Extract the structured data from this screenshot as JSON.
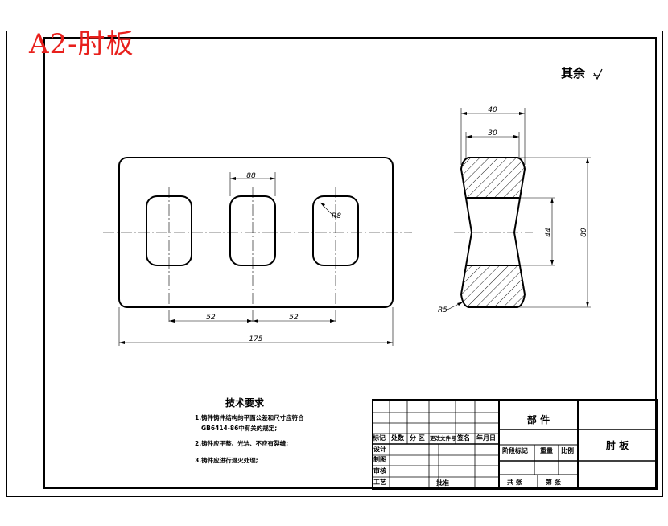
{
  "drawing_title": "A2-肘板",
  "roughness_note": "其余",
  "dimensions": {
    "front_slot_width": "88",
    "front_slot_radius": "R8",
    "front_pitch_left": "52",
    "front_pitch_right": "52",
    "front_overall_length": "175",
    "side_top_width": "40",
    "side_inner_width": "30",
    "side_hole_height": "44",
    "side_overall_height": "80",
    "side_corner_radius": "R5"
  },
  "tech_requirements": {
    "title": "技术要求",
    "items": [
      "1.铸件铸件结构的平面公差和尺寸应符合",
      "GB6414-86中有关的规定;",
      "2.铸件应平整、光洁、不应有裂缝;",
      "3.铸件应进行退火处理;"
    ]
  },
  "title_block": {
    "part_kind": "部 件",
    "part_name": "肘 板",
    "row_headers": [
      "标记",
      "处数",
      "分 区",
      "更改文件号",
      "签名",
      "年月日"
    ],
    "left_labels": [
      "设计",
      "制图",
      "审核",
      "工艺"
    ],
    "approve_label": "批准",
    "stage_label": "阶段标记",
    "weight_label": "重量",
    "scale_label": "比例",
    "sheet_total_label": "共  张",
    "sheet_num_label": "第  张"
  }
}
